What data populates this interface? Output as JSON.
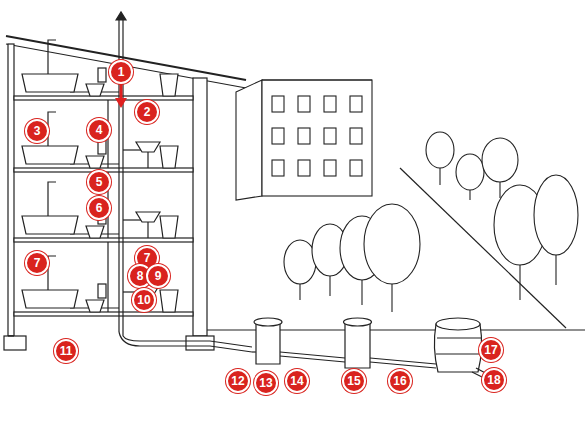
{
  "diagram": {
    "labels": [
      "1",
      "2",
      "3",
      "4",
      "5",
      "6",
      "7",
      "7",
      "8",
      "9",
      "10",
      "11",
      "12",
      "13",
      "14",
      "15",
      "16",
      "17",
      "18"
    ]
  }
}
